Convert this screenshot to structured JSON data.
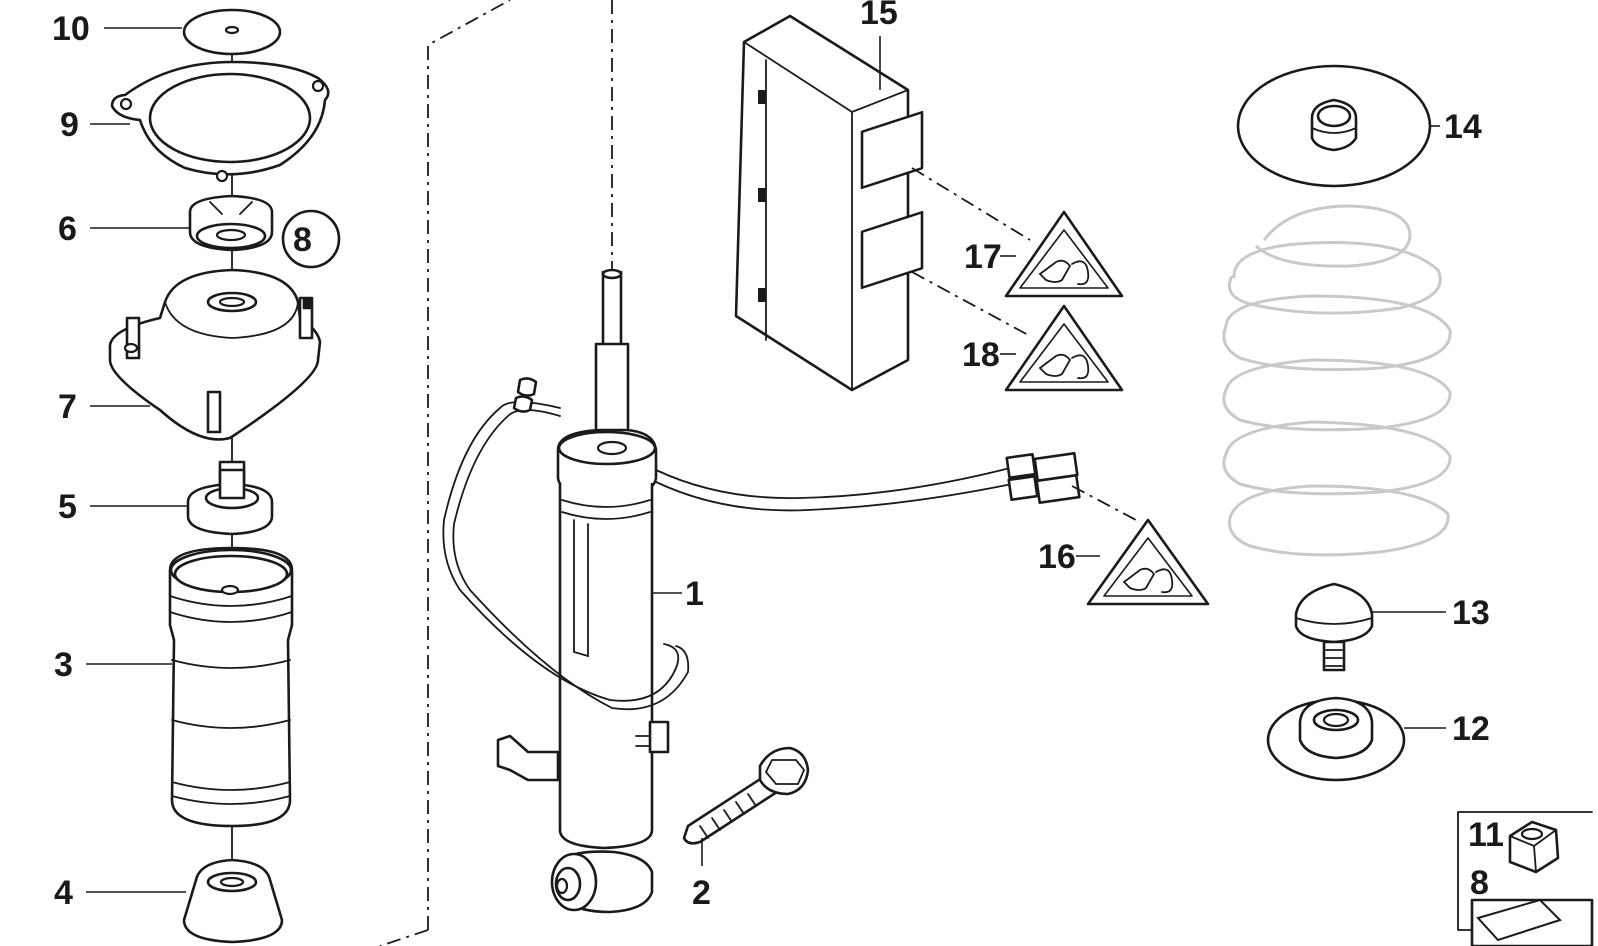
{
  "diagram": {
    "callouts": {
      "c1": "1",
      "c2": "2",
      "c3": "3",
      "c4": "4",
      "c5": "5",
      "c6": "6",
      "c7": "7",
      "c8": "8",
      "c9": "9",
      "c10": "10",
      "c11": "11",
      "c11b": "8",
      "c12": "12",
      "c13": "13",
      "c14": "14",
      "c15": "15",
      "c16": "16",
      "c17": "17",
      "c18": "18"
    },
    "icons": [
      "shock-absorber",
      "bolt",
      "protective-boot",
      "bump-stop",
      "stop-bushing",
      "rubber-mount",
      "support-bearing",
      "stud",
      "gasket",
      "washer",
      "hex-nut",
      "spring-pad-lower",
      "rivet",
      "spring-pad-upper",
      "control-unit",
      "connector-warning",
      "coil-spring"
    ]
  }
}
